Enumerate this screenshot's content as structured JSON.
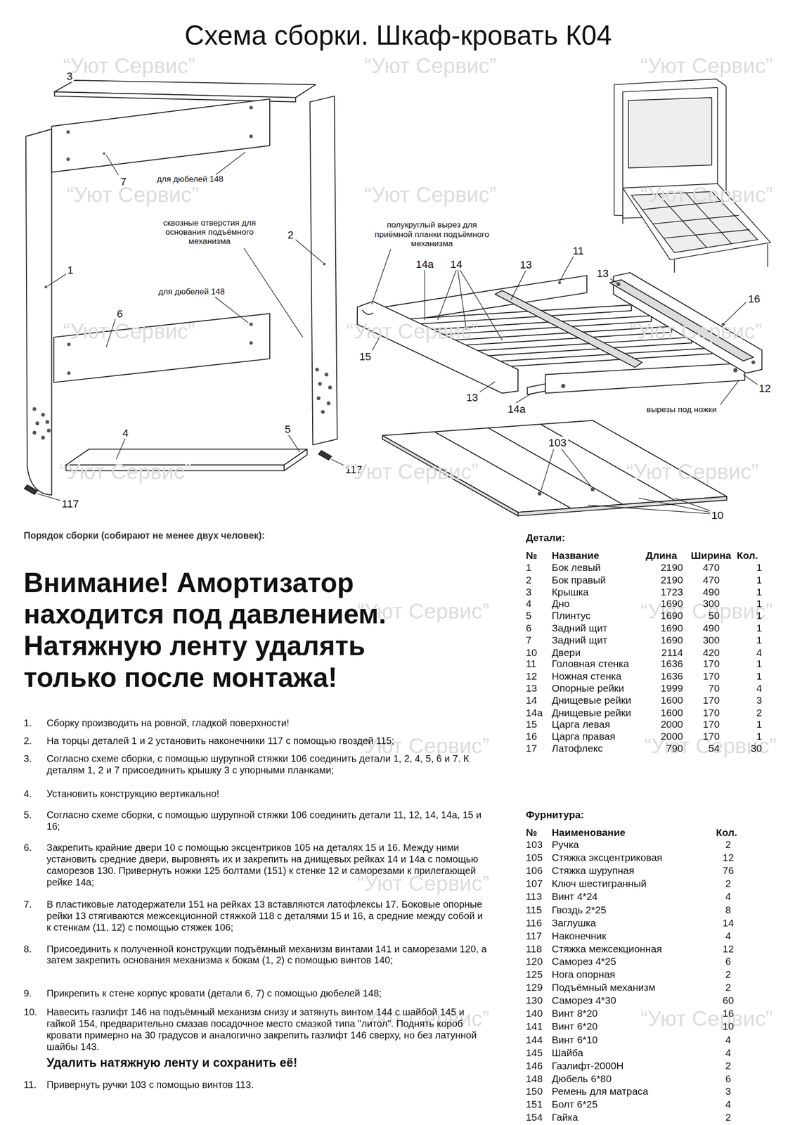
{
  "diagram": {
    "title": "Схема сборки. Шкаф-кровать К04",
    "labels": [
      "3",
      "7",
      "для дюбелей 148",
      "сквозные отверстия для основания подъёмного механизма",
      "2",
      "1",
      "для дюбелей 148",
      "6",
      "4",
      "5",
      "117",
      "117",
      "полукруглый вырез для приёмной планки подъёмного механизма",
      "14а",
      "14",
      "13",
      "11",
      "13",
      "16",
      "15",
      "13",
      "12",
      "14а",
      "вырезы под ножки",
      "103",
      "10",
      "“Уют Сервис”",
      "“Уют Сервис”",
      "“Уют Сервис”",
      "“Уют Сервис”",
      "“Уют Сервис”",
      "“Уют Сервис”",
      "“Уют Сервис”",
      "“Уют Сервис”",
      "“Уют Сервис”",
      "“Уют Сервис”",
      "“Уют Сервис”",
      "“Уют Сервис”",
      "“Уют Сервис”",
      "“Уют Сервис”",
      "“Уют Сервис”",
      "“Уют Сервис”",
      "“Уют Сервис”",
      "“Уют Сервис”",
      "“Уют Сервис”",
      "Порядок сборки (собирают не менее двух человек):",
      "Внимание! Амортизатор находится под давлением. Натяжную ленту удалять только после монтажа!",
      "1.",
      "Сборку производить на ровной, гладкой поверхности!",
      "2.",
      "На торцы деталей 1 и 2 установить наконечники 117 с помощью гвоздей 115;",
      "3.",
      "Согласно схеме сборки, с помощью шурупной стяжки 106 соединить детали 1, 2, 4, 5, 6 и 7. К деталям 1, 2 и 7 присоединить крышку 3 с упорными планками;",
      "4.",
      "Установить конструкцию вертикально!",
      "5.",
      "Согласно схеме сборки, с помощью шурупной стяжки 106 соединить детали 11, 12, 14, 14а, 15 и 16;",
      "6.",
      "Закрепить крайние двери 10 с помощью эксцентриков 105 на деталях 15 и 16. Между ними установить средние двери, выровнять их и закрепить на днищевых рейках 14 и 14а с помощью саморезов 130. Привернуть ножки 125 болтами (151) к стенке 12 и саморезами к прилегающей рейке 14а;",
      "7.",
      "В пластиковые латодержатели 151 на рейках 13 вставляются латофлексы 17. Боковые опорные рейки 13 стягиваются межсекционной стяжкой 118 с деталями 15 и 16, а средние между собой и к стенкам (11, 12) с помощью стяжек 106;",
      "8.",
      "Присоединить к полученной конструкции подъёмный механизм винтами 141 и саморезами 120, а затем закрепить основания механизма к бокам (1, 2) с помощью винтов 140;",
      "9.",
      "Прикрепить к стене корпус кровати (детали 6, 7) с помощью дюбелей 148;",
      "10.",
      "Навесить газлифт 146 на подъёмный механизм снизу и затянуть винтом 144 с шайбой 145 и гайкой 154, предварительно смазав посадочное место смазкой типа \"литол\". Поднять короб кровати примерно на 30 градусов и аналогично закрепить газлифт 146 сверху, но без латунной шайбы 143.",
      "Удалить натяжную ленту и сохранить её!",
      "11.",
      "Привернуть ручки 103 с помощью винтов 113.",
      "Детали:",
      "№",
      "Название",
      "Длина",
      "Ширина",
      "Кол.",
      "1",
      "Бок левый",
      "2190",
      "470",
      "1",
      "2",
      "Бок правый",
      "2190",
      "470",
      "1",
      "3",
      "Крышка",
      "1723",
      "490",
      "1",
      "4",
      "Дно",
      "1690",
      "300",
      "1",
      "5",
      "Плинтус",
      "1690",
      "50",
      "1",
      "6",
      "Задний щит",
      "1690",
      "490",
      "1",
      "7",
      "Задний щит",
      "1690",
      "300",
      "1",
      "10",
      "Двери",
      "2114",
      "420",
      "4",
      "11",
      "Головная стенка",
      "1636",
      "170",
      "1",
      "12",
      "Ножная стенка",
      "1636",
      "170",
      "1",
      "13",
      "Опорные рейки",
      "1999",
      "70",
      "4",
      "14",
      "Днищевые рейки",
      "1600",
      "170",
      "3",
      "14а",
      "Днищевые рейки",
      "1600",
      "170",
      "2",
      "15",
      "Царга левая",
      "2000",
      "170",
      "1",
      "16",
      "Царга правая",
      "2000",
      "170",
      "1",
      "17",
      "Латофлекс",
      "790",
      "54",
      "30",
      "Фурнитура:",
      "№",
      "Наименование",
      "Кол.",
      "103",
      "Ручка",
      "2",
      "105",
      "Стяжка эксцентриковая",
      "12",
      "106",
      "Стяжка шурупная",
      "76",
      "107",
      "Ключ шестигранный",
      "2",
      "113",
      "Винт 4*24",
      "4",
      "115",
      "Гвоздь 2*25",
      "8",
      "116",
      "Заглушка",
      "14",
      "117",
      "Наконечник",
      "4",
      "118",
      "Стяжка межсекционная",
      "12",
      "120",
      "Саморез 4*25",
      "6",
      "125",
      "Нога опорная",
      "2",
      "129",
      "Подъёмный механизм",
      "2",
      "130",
      "Саморез 4*30",
      "60",
      "140",
      "Винт 8*20",
      "16",
      "141",
      "Винт 6*20",
      "10",
      "144",
      "Винт 6*10",
      "4",
      "145",
      "Шайба",
      "4",
      "146",
      "Газлифт-2000Н",
      "2",
      "148",
      "Дюбель 6*80",
      "6",
      "150",
      "Ремень для матраса",
      "3",
      "151",
      "Болт 6*25",
      "4",
      "154",
      "Гайка",
      "2"
    ]
  }
}
